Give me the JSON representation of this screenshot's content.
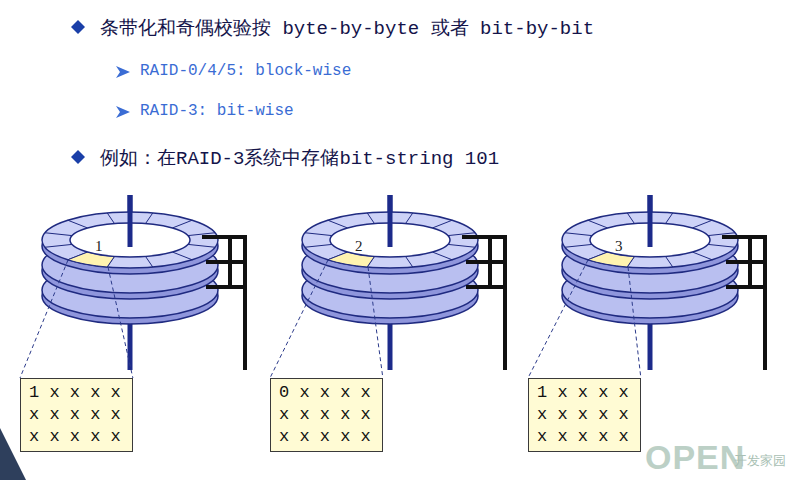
{
  "diagram": {
    "nodes": [
      {
        "text": [
          "1 x x x x x x x x x x x x x x"
        ]
      },
      {
        "text": [
          "0 x x x x x x x x x x x x x x"
        ]
      },
      {
        "text": [
          "1 x x x x x x x x x x x x x x"
        ]
      }
    ],
    "labels": [
      "条带化和奇偶校验按 byte-by-byte 或者 bit-by-bit",
      "RAID-0/4/5: block-wise",
      "RAID-3: bit-wise",
      "例如：在RAID-3系统中存储bit-string 101",
      "1",
      "2",
      "3",
      "OPEN",
      "开发家园"
    ]
  }
}
